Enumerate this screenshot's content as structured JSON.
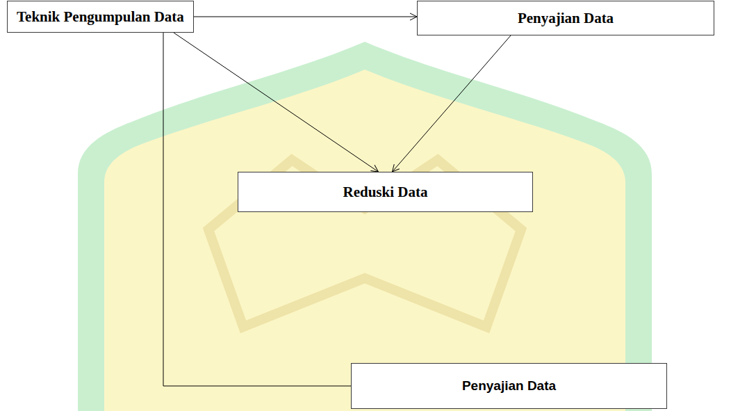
{
  "diagram": {
    "nodes": [
      {
        "text": [
          "Teknik Pengumpulan Data"
        ]
      },
      {
        "text": [
          "Penyajian Data"
        ]
      },
      {
        "text": [
          "Reduski Data"
        ]
      },
      {
        "text": [
          "Penyajian Data"
        ]
      }
    ],
    "edges": [
      {
        "from": 0,
        "to": 1,
        "arrow": "to"
      },
      {
        "from": 0,
        "to": 2,
        "arrow": "to"
      },
      {
        "from": 1,
        "to": 2,
        "arrow": "to"
      },
      {
        "from": 0,
        "to": 3,
        "arrow": "none"
      }
    ]
  }
}
